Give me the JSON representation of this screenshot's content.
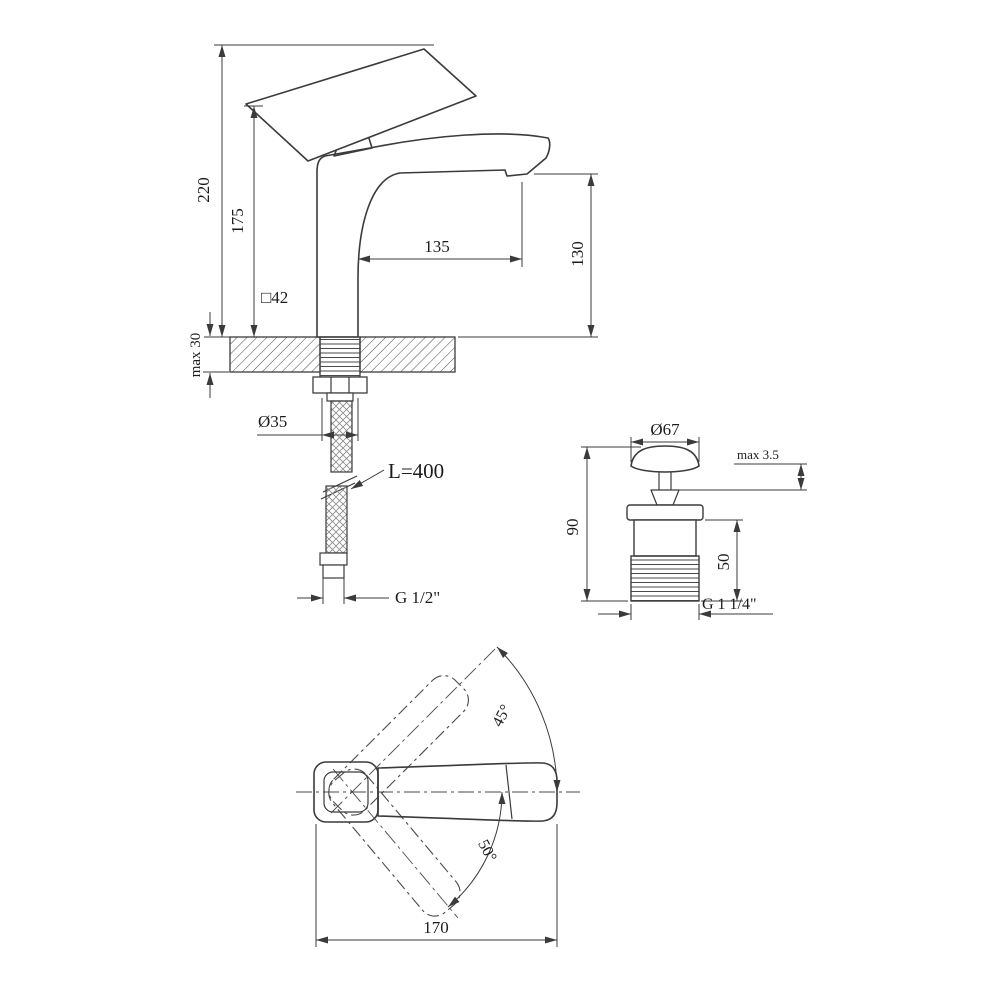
{
  "colors": {
    "line": "#3b3b3b",
    "background": "#ffffff"
  },
  "main_view": {
    "dim_total_height": "220",
    "dim_body_height": "175",
    "dim_spout_reach": "135",
    "dim_spout_height": "130",
    "label_base_square": "□42",
    "dim_mount_thickness": "max 30",
    "dim_hole_diameter": "Ø35",
    "label_hose_length": "L=400",
    "label_inlet_thread": "G 1/2\""
  },
  "drain_view": {
    "dim_cap_diameter": "Ø67",
    "dim_edge_gap": "max 3.5",
    "dim_height": "90",
    "dim_thread_length": "50",
    "label_thread": "G 1 1/4\""
  },
  "top_view": {
    "dim_swing_up": "45°",
    "dim_swing_down": "50°",
    "dim_length": "170"
  }
}
